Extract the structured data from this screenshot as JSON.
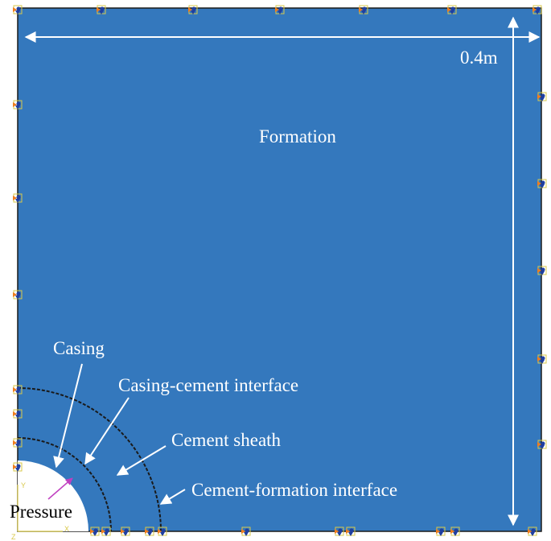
{
  "colors": {
    "formation": "#3478bd",
    "border": "#1a1a1a",
    "wellbore": "#ffffff",
    "label_text": "#ffffff",
    "pressure_text": "#000000",
    "pressure_arrow": "#c040c0",
    "bc_orange": "#f07d1e",
    "bc_blue": "#1f3fa0",
    "bc_yellow": "#d8c84a",
    "interface_line": "#1a1a1a"
  },
  "labels": {
    "dimension": "0.4m",
    "formation": "Formation",
    "casing": "Casing",
    "casing_cement_interface": "Casing-cement interface",
    "cement_sheath": "Cement sheath",
    "cement_formation_interface": "Cement-formation interface",
    "pressure": "Pressure"
  },
  "axes_triad": {
    "x_label": "X",
    "y_label": "Y",
    "z_label": "Z"
  },
  "icons": {
    "boundary_condition": "boundary-support-icon",
    "arrow": "arrow-icon"
  }
}
